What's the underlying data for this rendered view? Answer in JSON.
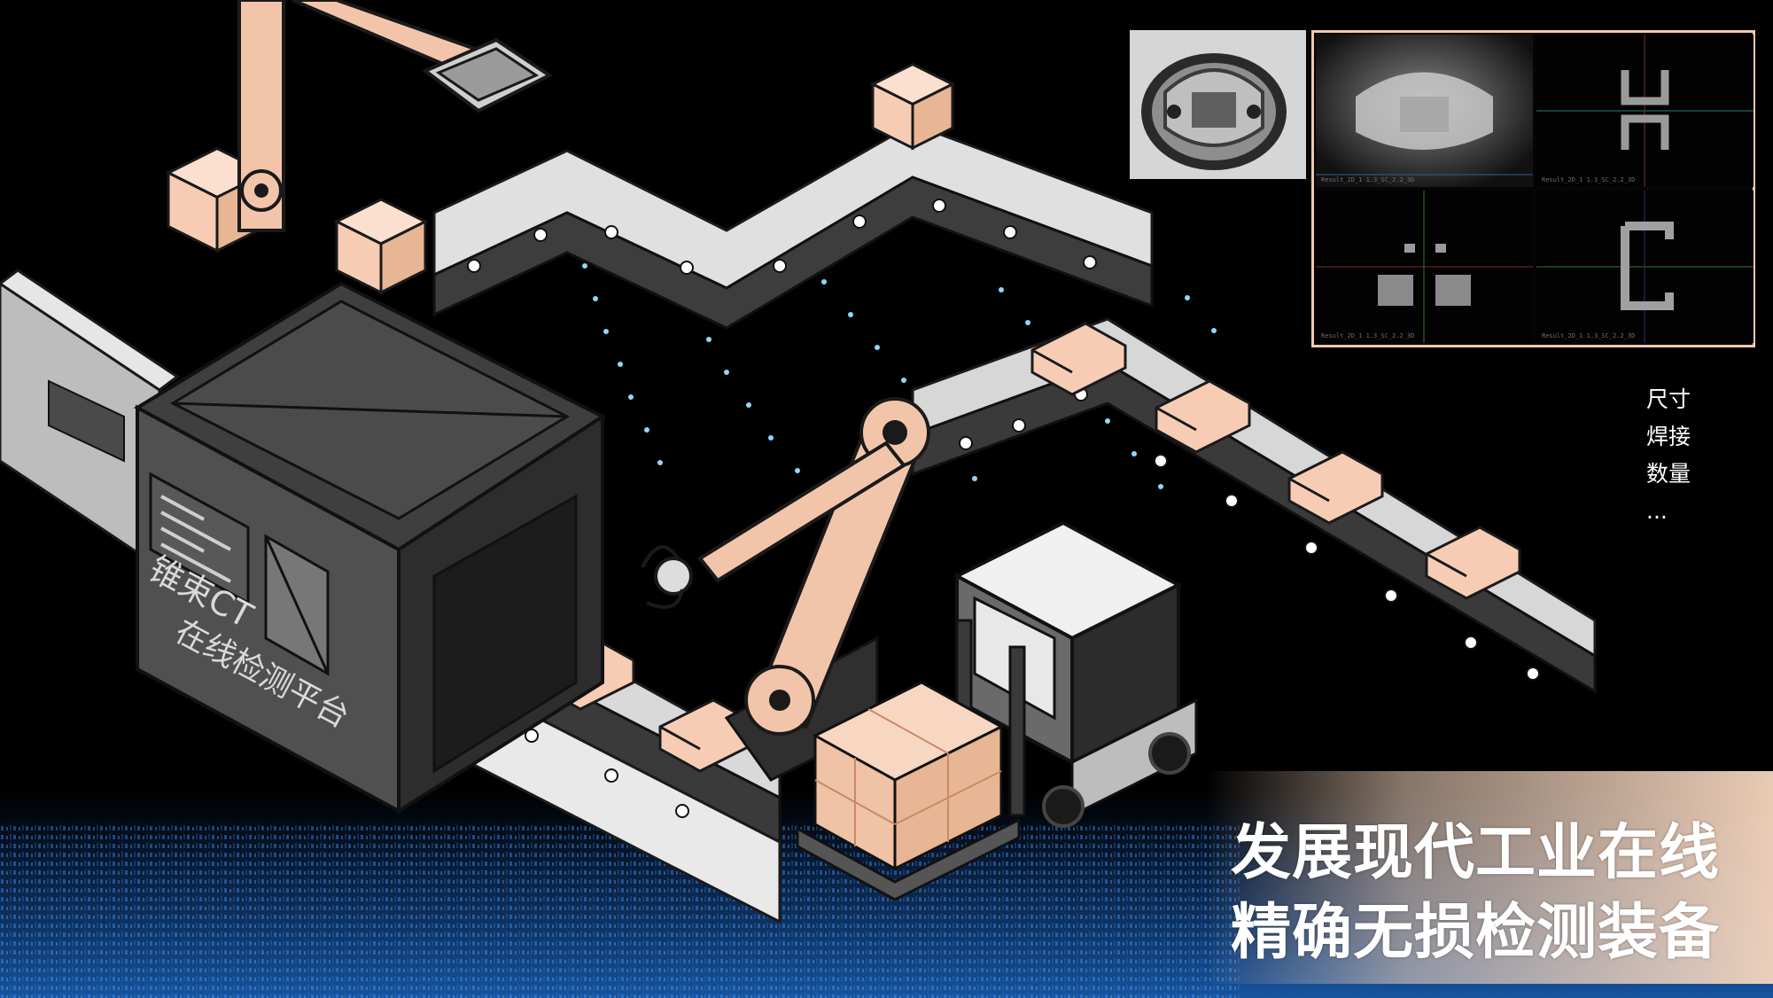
{
  "machine": {
    "brand": "锥束CT",
    "subtitle": "在线检测平台"
  },
  "inspection_features": [
    "尺寸",
    "焊接",
    "数量",
    "..."
  ],
  "headline": {
    "line1": "发展现代工业在线",
    "line2": "精确无损检测装备"
  },
  "ct_viewer": {
    "views": [
      {
        "label": "Result_2D_1 1.3_SC_2.2_3D"
      },
      {
        "label": "Result_2D_1 1.3_SC_2.2_3D"
      },
      {
        "label": "Result_2D_1 1.3_SC_2.2_3D"
      },
      {
        "label": "Result_2D_1 1.3_SC_2.2_3D"
      }
    ]
  },
  "colors": {
    "background": "#000000",
    "box": "#f6cdb4",
    "belt": "#c8c8c8",
    "belt_dark": "#3a3a3a",
    "robot": "#f2c5aa",
    "data_stream": "#2aa6e0",
    "panel_border": "#f0c9ad"
  }
}
